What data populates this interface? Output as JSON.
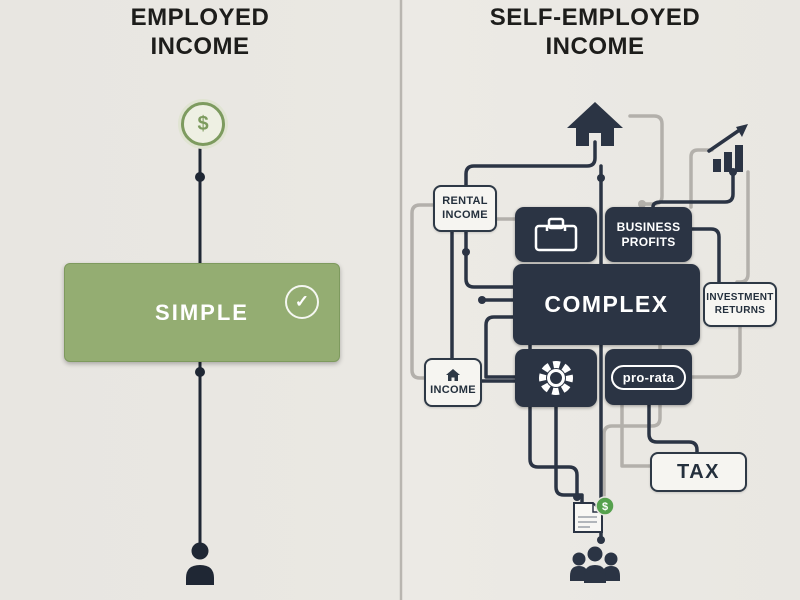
{
  "left_panel": {
    "title_line1": "EMPLOYED",
    "title_line2": "INCOME",
    "coin_symbol": "$",
    "simple_label": "SIMPLE",
    "check_mark": "✓"
  },
  "right_panel": {
    "title_line1": "SELF-EMPLOYED",
    "title_line2": "INCOME",
    "rental_box": {
      "line1": "RENTAL",
      "line2": "INCOME"
    },
    "business_box": {
      "line1": "BUSINESS",
      "line2": "PROFITS"
    },
    "complex_label": "COMPLEX",
    "investment_box": {
      "line1": "INVESTMENT",
      "line2": "RETURNS"
    },
    "income_box_label": "INCOME",
    "pro_rata_label": "pro-rata",
    "tax_label": "TAX",
    "doc_badge_symbol": "$"
  },
  "icons": {
    "dollar_coin": "dollar-coin-icon",
    "check": "check-icon",
    "person": "person-icon",
    "house": "house-icon",
    "bar_chart": "bar-chart-icon",
    "briefcase": "briefcase-icon",
    "gear": "gear-icon",
    "document": "document-icon",
    "people": "people-icon"
  },
  "colors": {
    "background": "#e9e7e2",
    "dark_navy": "#2b3444",
    "sage_green": "#94ad72",
    "coin_green": "#7d9b5f",
    "gray_line": "#b3b0ab",
    "badge_green": "#56a14e",
    "text_dark": "#1d1d1b"
  }
}
